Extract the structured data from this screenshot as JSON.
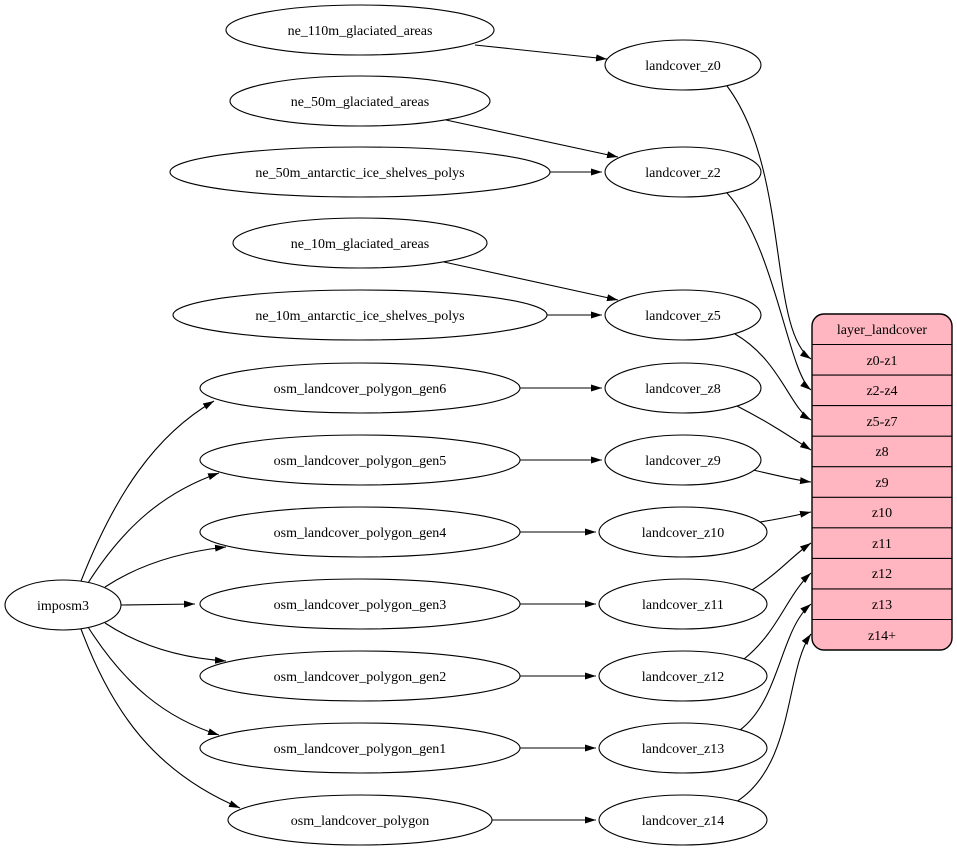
{
  "diagram": {
    "kind": "graphviz-dependency-diagram",
    "colors": {
      "background": "#ffffff",
      "node_fill": "#ffffff",
      "node_stroke": "#000000",
      "edge_color": "#000000",
      "table_fill": "#ffb6c1",
      "text_color": "#000000"
    }
  },
  "nodes": {
    "imposm3": {
      "label": "imposm3"
    },
    "ne_110m_glaciated_areas": {
      "label": "ne_110m_glaciated_areas"
    },
    "ne_50m_glaciated_areas": {
      "label": "ne_50m_glaciated_areas"
    },
    "ne_50m_antarctic_ice_shelves_polys": {
      "label": "ne_50m_antarctic_ice_shelves_polys"
    },
    "ne_10m_glaciated_areas": {
      "label": "ne_10m_glaciated_areas"
    },
    "ne_10m_antarctic_ice_shelves_polys": {
      "label": "ne_10m_antarctic_ice_shelves_polys"
    },
    "osm_landcover_polygon_gen6": {
      "label": "osm_landcover_polygon_gen6"
    },
    "osm_landcover_polygon_gen5": {
      "label": "osm_landcover_polygon_gen5"
    },
    "osm_landcover_polygon_gen4": {
      "label": "osm_landcover_polygon_gen4"
    },
    "osm_landcover_polygon_gen3": {
      "label": "osm_landcover_polygon_gen3"
    },
    "osm_landcover_polygon_gen2": {
      "label": "osm_landcover_polygon_gen2"
    },
    "osm_landcover_polygon_gen1": {
      "label": "osm_landcover_polygon_gen1"
    },
    "osm_landcover_polygon": {
      "label": "osm_landcover_polygon"
    },
    "landcover_z0": {
      "label": "landcover_z0"
    },
    "landcover_z2": {
      "label": "landcover_z2"
    },
    "landcover_z5": {
      "label": "landcover_z5"
    },
    "landcover_z8": {
      "label": "landcover_z8"
    },
    "landcover_z9": {
      "label": "landcover_z9"
    },
    "landcover_z10": {
      "label": "landcover_z10"
    },
    "landcover_z11": {
      "label": "landcover_z11"
    },
    "landcover_z12": {
      "label": "landcover_z12"
    },
    "landcover_z13": {
      "label": "landcover_z13"
    },
    "landcover_z14": {
      "label": "landcover_z14"
    }
  },
  "table": {
    "title": "layer_landcover",
    "rows": [
      "z0-z1",
      "z2-z4",
      "z5-z7",
      "z8",
      "z9",
      "z10",
      "z11",
      "z12",
      "z13",
      "z14+"
    ]
  },
  "edges": [
    {
      "from": "imposm3",
      "to": "osm_landcover_polygon_gen6"
    },
    {
      "from": "imposm3",
      "to": "osm_landcover_polygon_gen5"
    },
    {
      "from": "imposm3",
      "to": "osm_landcover_polygon_gen4"
    },
    {
      "from": "imposm3",
      "to": "osm_landcover_polygon_gen3"
    },
    {
      "from": "imposm3",
      "to": "osm_landcover_polygon_gen2"
    },
    {
      "from": "imposm3",
      "to": "osm_landcover_polygon_gen1"
    },
    {
      "from": "imposm3",
      "to": "osm_landcover_polygon"
    },
    {
      "from": "ne_110m_glaciated_areas",
      "to": "landcover_z0"
    },
    {
      "from": "ne_50m_glaciated_areas",
      "to": "landcover_z2"
    },
    {
      "from": "ne_50m_antarctic_ice_shelves_polys",
      "to": "landcover_z2"
    },
    {
      "from": "ne_10m_glaciated_areas",
      "to": "landcover_z5"
    },
    {
      "from": "ne_10m_antarctic_ice_shelves_polys",
      "to": "landcover_z5"
    },
    {
      "from": "osm_landcover_polygon_gen6",
      "to": "landcover_z8"
    },
    {
      "from": "osm_landcover_polygon_gen5",
      "to": "landcover_z9"
    },
    {
      "from": "osm_landcover_polygon_gen4",
      "to": "landcover_z10"
    },
    {
      "from": "osm_landcover_polygon_gen3",
      "to": "landcover_z11"
    },
    {
      "from": "osm_landcover_polygon_gen2",
      "to": "landcover_z12"
    },
    {
      "from": "osm_landcover_polygon_gen1",
      "to": "landcover_z13"
    },
    {
      "from": "osm_landcover_polygon",
      "to": "landcover_z14"
    },
    {
      "from": "landcover_z0",
      "to": "layer_landcover.z0-z1"
    },
    {
      "from": "landcover_z2",
      "to": "layer_landcover.z2-z4"
    },
    {
      "from": "landcover_z5",
      "to": "layer_landcover.z5-z7"
    },
    {
      "from": "landcover_z8",
      "to": "layer_landcover.z8"
    },
    {
      "from": "landcover_z9",
      "to": "layer_landcover.z9"
    },
    {
      "from": "landcover_z10",
      "to": "layer_landcover.z10"
    },
    {
      "from": "landcover_z11",
      "to": "layer_landcover.z11"
    },
    {
      "from": "landcover_z12",
      "to": "layer_landcover.z12"
    },
    {
      "from": "landcover_z13",
      "to": "layer_landcover.z13"
    },
    {
      "from": "landcover_z14",
      "to": "layer_landcover.z14+"
    }
  ]
}
